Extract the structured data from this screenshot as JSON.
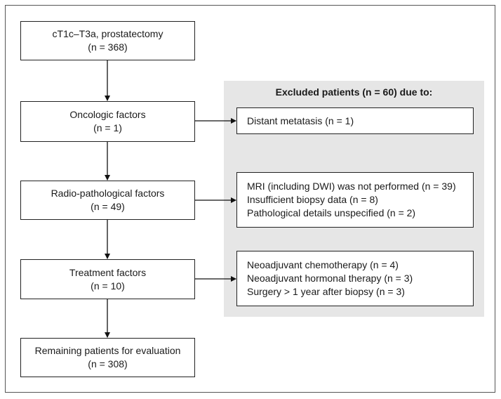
{
  "flow": {
    "steps": [
      {
        "id": "start",
        "title": "cT1c–T3a, prostatectomy",
        "count": "(n = 368)"
      },
      {
        "id": "oncologic",
        "title": "Oncologic factors",
        "count": "(n = 1)"
      },
      {
        "id": "radio",
        "title": "Radio-pathological factors",
        "count": "(n = 49)"
      },
      {
        "id": "treatment",
        "title": "Treatment factors",
        "count": "(n = 10)"
      },
      {
        "id": "remaining",
        "title": "Remaining patients for evaluation",
        "count": "(n = 308)"
      }
    ]
  },
  "excluded": {
    "title": "Excluded patients (n = 60) due to:",
    "groups": [
      {
        "id": "oncologic",
        "lines": [
          "Distant metatasis (n = 1)"
        ]
      },
      {
        "id": "radio",
        "lines": [
          "MRI (including DWI) was not performed (n = 39)",
          "Insufficient biopsy data (n = 8)",
          "Pathological details unspecified (n = 2)"
        ]
      },
      {
        "id": "treatment",
        "lines": [
          "Neoadjuvant chemotherapy (n = 4)",
          "Neoadjuvant hormonal therapy (n = 3)",
          "Surgery > 1 year after biopsy (n = 3)"
        ]
      }
    ]
  }
}
